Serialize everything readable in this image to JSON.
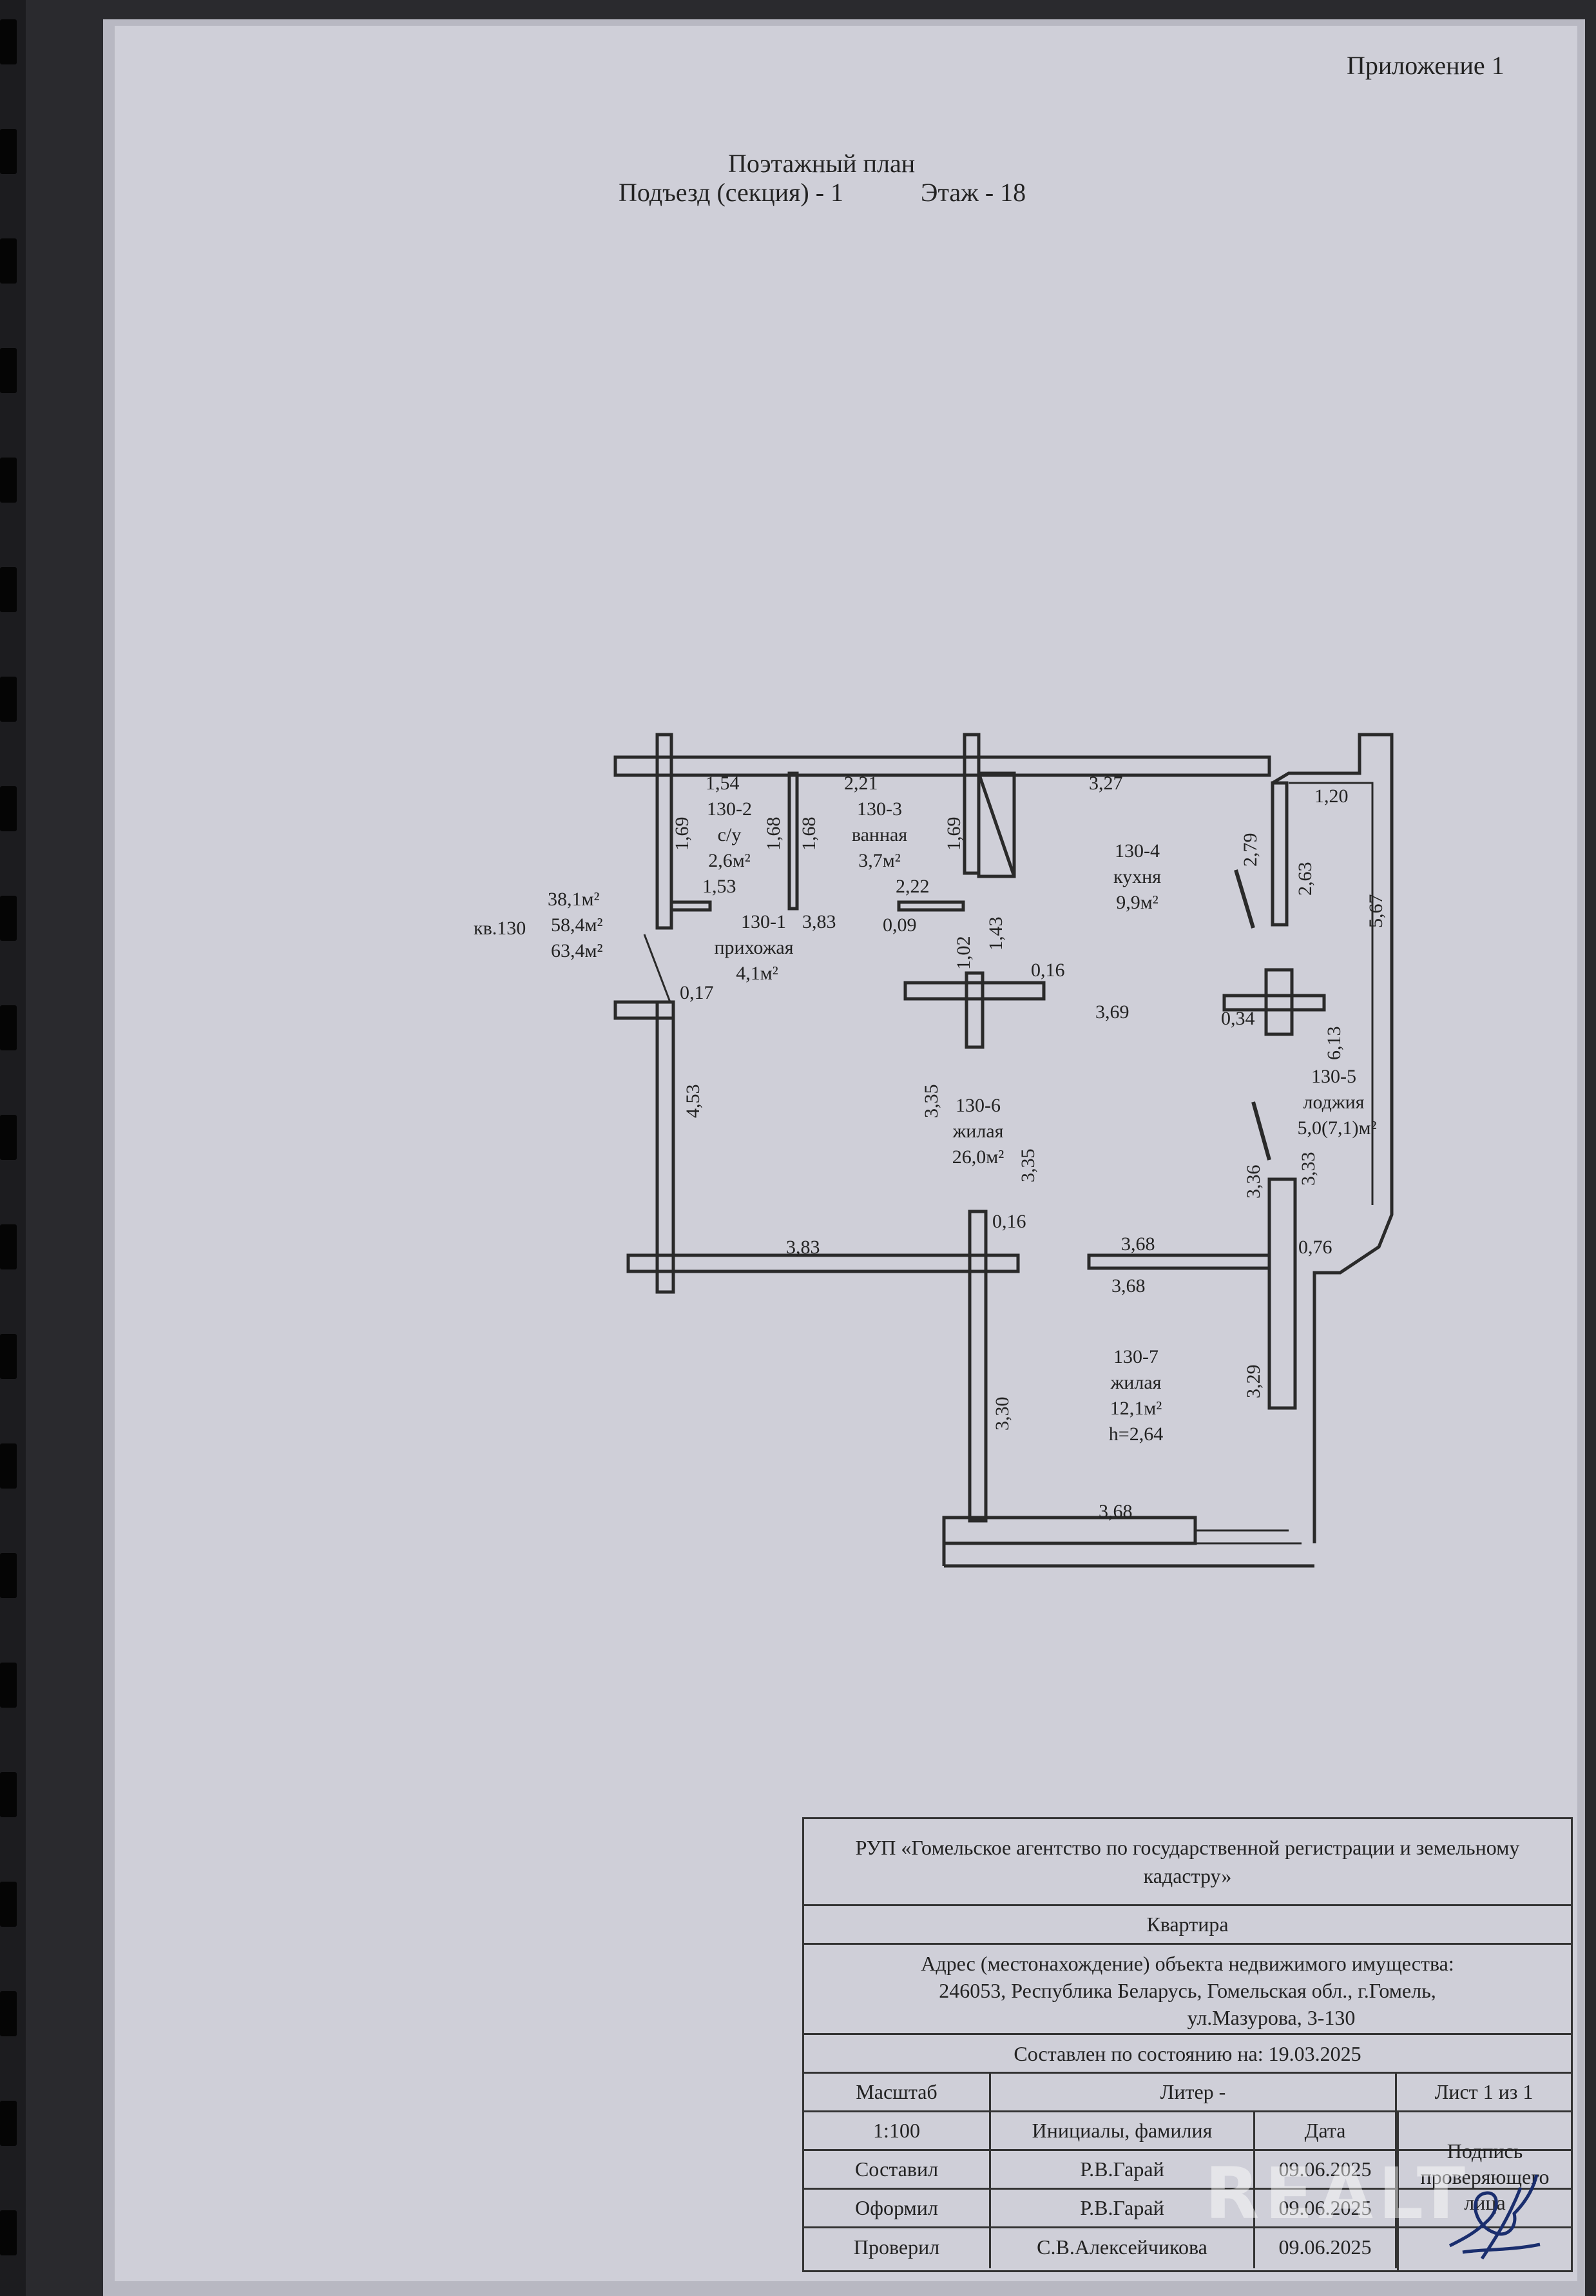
{
  "header": {
    "appendix": "Приложение 1",
    "title": "Поэтажный план",
    "entrance": "Подъезд (секция) - 1",
    "floor": "Этаж - 18"
  },
  "plan": {
    "apartment_label": "кв.130",
    "apartment_areas": [
      "38,1м²",
      "58,4м²",
      "63,4м²"
    ],
    "rooms": [
      {
        "id": "130-1",
        "name": "прихожая",
        "area": "4,1м²"
      },
      {
        "id": "130-2",
        "name": "с/у",
        "area": "2,6м²"
      },
      {
        "id": "130-3",
        "name": "ванная",
        "area": "3,7м²"
      },
      {
        "id": "130-4",
        "name": "кухня",
        "area": "9,9м²"
      },
      {
        "id": "130-5",
        "name": "лоджия",
        "area": "5,0(7,1)м²"
      },
      {
        "id": "130-6",
        "name": "жилая",
        "area": "26,0м²"
      },
      {
        "id": "130-7",
        "name": "жилая",
        "area": "12,1м²",
        "height": "h=2,64"
      }
    ],
    "dimensions": {
      "d154": "1,54",
      "d169a": "1,69",
      "d168a": "1,68",
      "d168b": "1,68",
      "d221": "2,21",
      "d169b": "1,69",
      "d153": "1,53",
      "d383a": "3,83",
      "d222": "2,22",
      "d009": "0,09",
      "d102": "1,02",
      "d143": "1,43",
      "d016a": "0,16",
      "d327": "3,27",
      "d120": "1,20",
      "d279": "2,79",
      "d263": "2,63",
      "d567": "5,67",
      "d369": "3,69",
      "d034": "0,34",
      "d613": "6,13",
      "d017": "0,17",
      "d453": "4,53",
      "d335a": "3,35",
      "d335b": "3,35",
      "d336": "3,36",
      "d333": "3,33",
      "d016b": "0,16",
      "d383b": "3,83",
      "d368a": "3,68",
      "d368b": "3,68",
      "d076": "0,76",
      "d330": "3,30",
      "d329": "3,29",
      "d368c": "3,68"
    }
  },
  "stamp": {
    "organization": "РУП «Гомельское агентство по государственной регистрации и земельному кадастру»",
    "object": "Квартира",
    "address_label": "Адрес (местонахождение) объекта недвижимого имущества:",
    "address_line1": "246053, Республика Беларусь, Гомельская обл., г.Гомель,",
    "address_line2": "ул.Мазурова, 3-130",
    "state_as_of": "Составлен по состоянию на: 19.03.2025",
    "scale_label": "Масштаб",
    "liter_label": "Литер -",
    "sheet_label": "Лист 1 из 1",
    "scale_value": "1:100",
    "initials_label": "Инициалы, фамилия",
    "date_label": "Дата",
    "signature_label": "Подпись проверяющего лица",
    "rows": [
      {
        "role": "Составил",
        "name": "Р.В.Гарай",
        "date": "09.06.2025"
      },
      {
        "role": "Оформил",
        "name": "Р.В.Гарай",
        "date": "09.06.2025"
      },
      {
        "role": "Проверил",
        "name": "С.В.Алексейчикова",
        "date": "09.06.2025"
      }
    ]
  },
  "watermark": "REALT"
}
